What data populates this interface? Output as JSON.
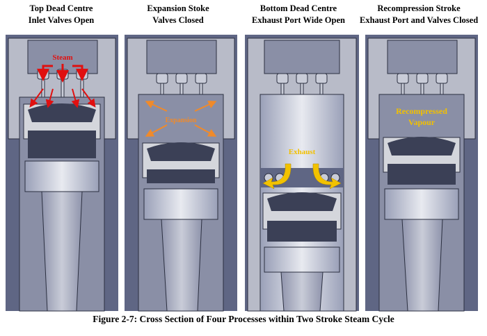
{
  "panels": [
    {
      "title_line1": "Top Dead Centre",
      "title_line2": "Inlet Valves Open",
      "label": "Steam"
    },
    {
      "title_line1": "Expansion Stoke",
      "title_line2": "Valves Closed",
      "label": "Expansion"
    },
    {
      "title_line1": "Bottom Dead Centre",
      "title_line2": "Exhaust Port Wide Open",
      "label": "Exhaust"
    },
    {
      "title_line1": "Recompression Stroke",
      "title_line2": "Exhaust Port and Valves Closed",
      "label_line1": "Recompressed",
      "label_line2": "Vapour"
    }
  ],
  "caption": "Figure 2-7: Cross Section of Four Processes within Two Stroke Steam Cycle",
  "colors": {
    "panel_bg": "#5f6684",
    "metal_light": "#d4d6dc",
    "metal_mid": "#a4a8b8",
    "metal_dark": "#3b4056",
    "cavity": "#8a8fa6",
    "steam_arrow": "#e01010",
    "expansion_arrow": "#f08a2a",
    "exhaust_arrow": "#f2c200",
    "label_yellow": "#f2c000"
  }
}
